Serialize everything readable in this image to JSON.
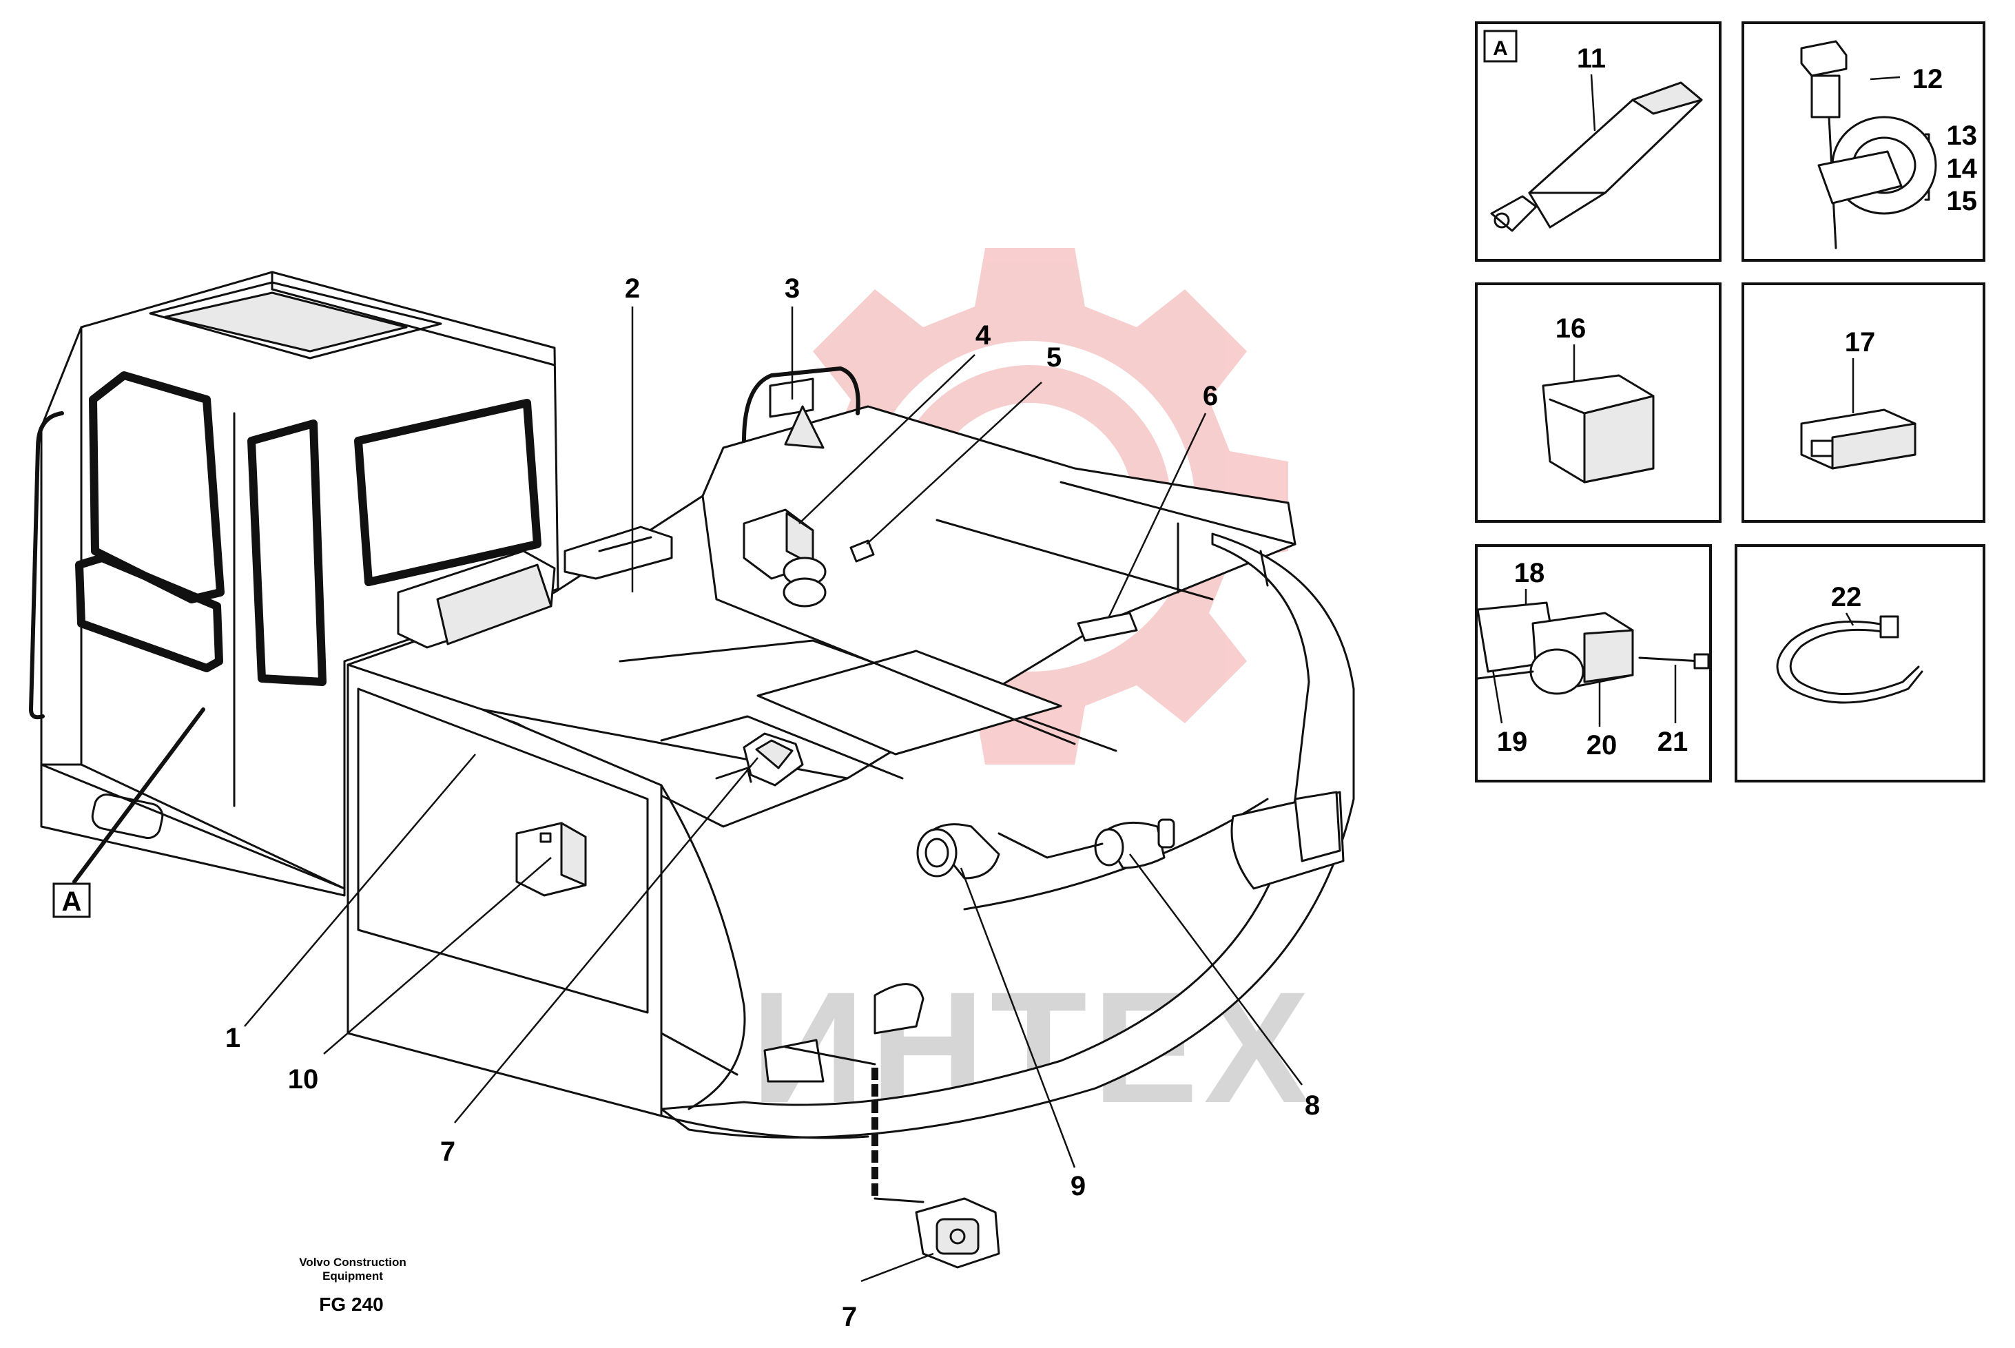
{
  "watermark": {
    "text": "ИНТЕХ",
    "gear_color": "#f7c9c9",
    "text_color": "#d6d6d6"
  },
  "view_label": "A",
  "callouts": {
    "c1": "1",
    "c2": "2",
    "c3": "3",
    "c4": "4",
    "c5": "5",
    "c6": "6",
    "c7a": "7",
    "c7b": "7",
    "c8": "8",
    "c9": "9",
    "c10": "10"
  },
  "panels": {
    "panel_a_label": "A",
    "n11": "11",
    "n12": "12",
    "n13": "13",
    "n14": "14",
    "n15": "15",
    "n16": "16",
    "n17": "17",
    "n18": "18",
    "n19": "19",
    "n20": "20",
    "n21": "21",
    "n22": "22"
  },
  "footer": {
    "company_line1": "Volvo Construction",
    "company_line2": "Equipment",
    "code": "FG 240"
  }
}
